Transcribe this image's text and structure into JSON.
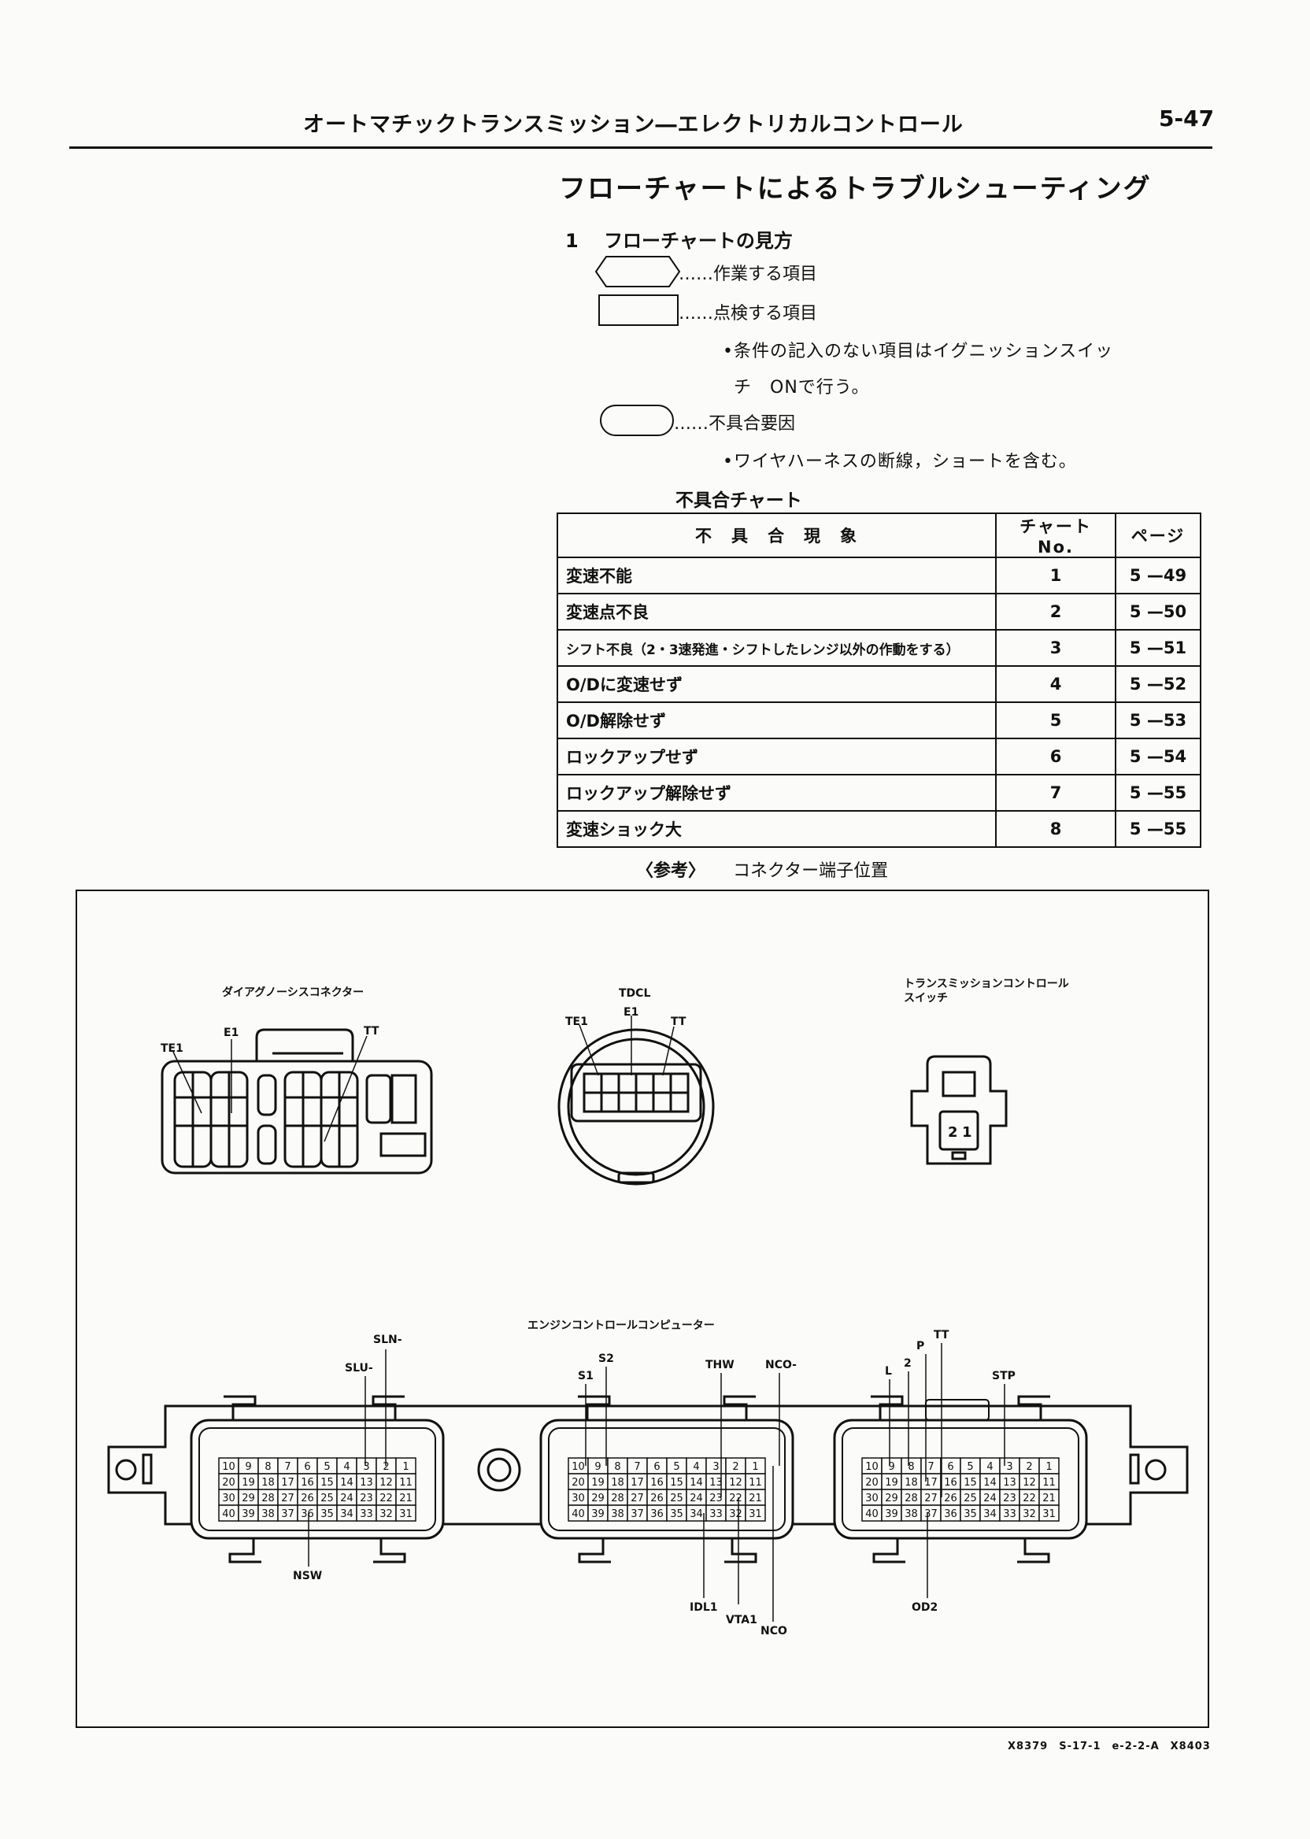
{
  "header": {
    "title": "オートマチックトランスミッション―エレクトリカルコントロール",
    "page_number": "5-47"
  },
  "section_title": "フローチャートによるトラブルシューティング",
  "subsection": {
    "number": "1",
    "title": "フローチャートの見方"
  },
  "legend": {
    "work_item": "……作業する項目",
    "inspect_item": "……点検する項目",
    "inspect_note_line1": "•条件の記入のない項目はイグニッションスイッ",
    "inspect_note_line2": "チ　ONで行う。",
    "cause_item": "……不具合要因",
    "cause_note": "•ワイヤハーネスの断線，ショートを含む。"
  },
  "table": {
    "title": "不具合チャート",
    "headers": [
      "不　具　合　現　象",
      "チャートNo.",
      "ページ"
    ],
    "rows": [
      {
        "symptom": "変速不能",
        "chart": "1",
        "page": "5 —49"
      },
      {
        "symptom": "変速点不良",
        "chart": "2",
        "page": "5 —50"
      },
      {
        "symptom": "シフト不良（2・3速発進・シフトしたレンジ以外の作動をする）",
        "chart": "3",
        "page": "5 —51"
      },
      {
        "symptom": "O/Dに変速せず",
        "chart": "4",
        "page": "5 —52"
      },
      {
        "symptom": "O/D解除せず",
        "chart": "5",
        "page": "5 —53"
      },
      {
        "symptom": "ロックアップせず",
        "chart": "6",
        "page": "5 —54"
      },
      {
        "symptom": "ロックアップ解除せず",
        "chart": "7",
        "page": "5 —55"
      },
      {
        "symptom": "変速ショック大",
        "chart": "8",
        "page": "5 —55"
      }
    ]
  },
  "reference": {
    "label": "〈参考〉",
    "text": "コネクター端子位置"
  },
  "diagram": {
    "diag_connector": {
      "title": "ダイアグノーシスコネクター",
      "labels": [
        "TE1",
        "E1",
        "TT"
      ]
    },
    "tdcl": {
      "title": "TDCL",
      "labels": [
        "TE1",
        "E1",
        "TT"
      ]
    },
    "tcs": {
      "title_line1": "トランスミッションコントロール",
      "title_line2": "スイッチ",
      "pins": [
        "2",
        "1"
      ]
    },
    "ecu": {
      "title": "エンジンコントロールコンピューター",
      "rows": [
        [
          "10",
          "9",
          "8",
          "7",
          "6",
          "5",
          "4",
          "3",
          "2",
          "1"
        ],
        [
          "20",
          "19",
          "18",
          "17",
          "16",
          "15",
          "14",
          "13",
          "12",
          "11"
        ],
        [
          "30",
          "29",
          "28",
          "27",
          "26",
          "25",
          "24",
          "23",
          "22",
          "21"
        ],
        [
          "40",
          "39",
          "38",
          "37",
          "36",
          "35",
          "34",
          "33",
          "32",
          "31"
        ]
      ],
      "left_labels": [
        "SLN-",
        "SLU-",
        "NSW"
      ],
      "mid_labels": [
        "S2",
        "S1",
        "THW",
        "NCO-",
        "IDL1",
        "VTA1",
        "NCO"
      ],
      "right_labels": [
        "P",
        "TT",
        "2",
        "L",
        "STP",
        "OD2"
      ]
    }
  },
  "footer_code": "X8379　S-17-1　e-2-2-A　X8403"
}
